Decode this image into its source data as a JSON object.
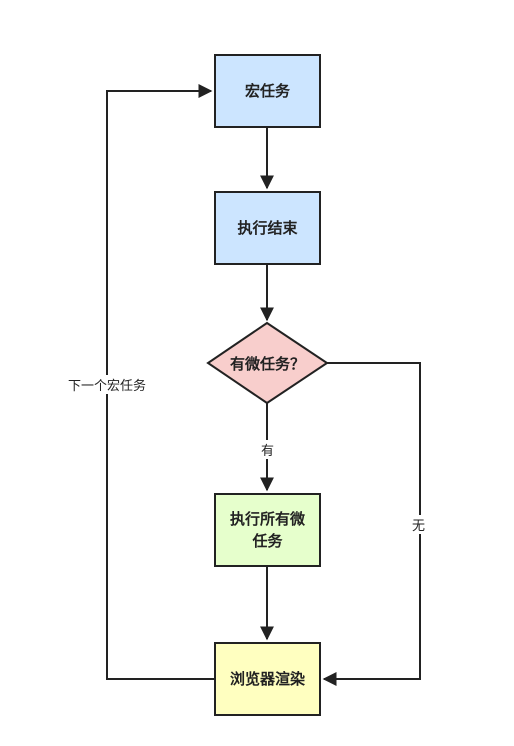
{
  "nodes": {
    "macro_task": "宏任务",
    "execution_end": "执行结束",
    "has_micro_task": "有微任务？",
    "execute_all_micro": "执行所有微任务",
    "browser_render": "浏览器渲染"
  },
  "edges": {
    "yes": "有",
    "no": "无",
    "next_macro_task": "下一个宏任务"
  },
  "colors": {
    "macro_fill": "#cce5ff",
    "decision_fill": "#f8cecc",
    "micro_fill": "#e6ffcc",
    "render_fill": "#ffffc0",
    "stroke": "#222222"
  }
}
